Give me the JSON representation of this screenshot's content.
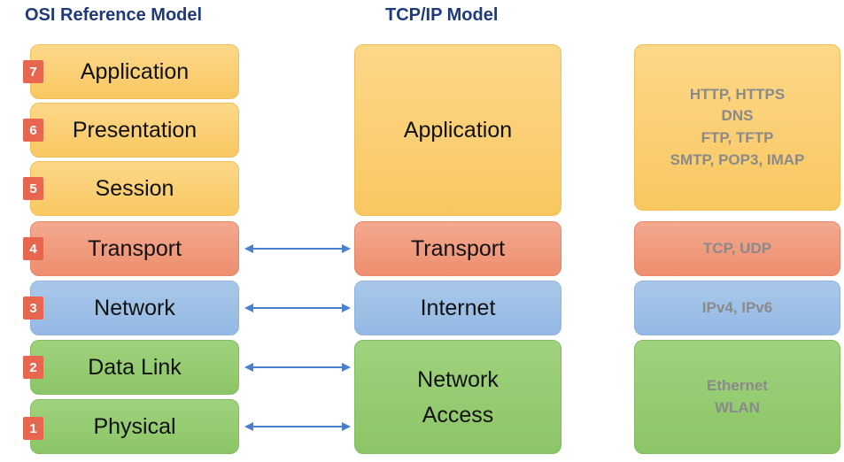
{
  "titles": {
    "osi": "OSI Reference Model",
    "tcpip": "TCP/IP  Model"
  },
  "osi_layers": [
    {
      "num": "7",
      "name": "Application"
    },
    {
      "num": "6",
      "name": "Presentation"
    },
    {
      "num": "5",
      "name": "Session"
    },
    {
      "num": "4",
      "name": "Transport"
    },
    {
      "num": "3",
      "name": "Network"
    },
    {
      "num": "2",
      "name": "Data Link"
    },
    {
      "num": "1",
      "name": "Physical"
    }
  ],
  "tcpip_layers": {
    "application": "Application",
    "transport": "Transport",
    "internet": "Internet",
    "network_access_line1": "Network",
    "network_access_line2": "Access"
  },
  "protocols": {
    "application": [
      "HTTP, HTTPS",
      "DNS",
      "FTP, TFTP",
      "SMTP, POP3, IMAP"
    ],
    "transport": "TCP, UDP",
    "internet": "IPv4, IPv6",
    "network_access": [
      "Ethernet",
      "WLAN"
    ]
  },
  "colors": {
    "application": "#fbd07a",
    "transport": "#f09c7f",
    "network": "#9fc1e7",
    "link": "#95cb72",
    "badge": "#e8664f",
    "arrow": "#4a7fcf",
    "title": "#1f3a7a"
  }
}
